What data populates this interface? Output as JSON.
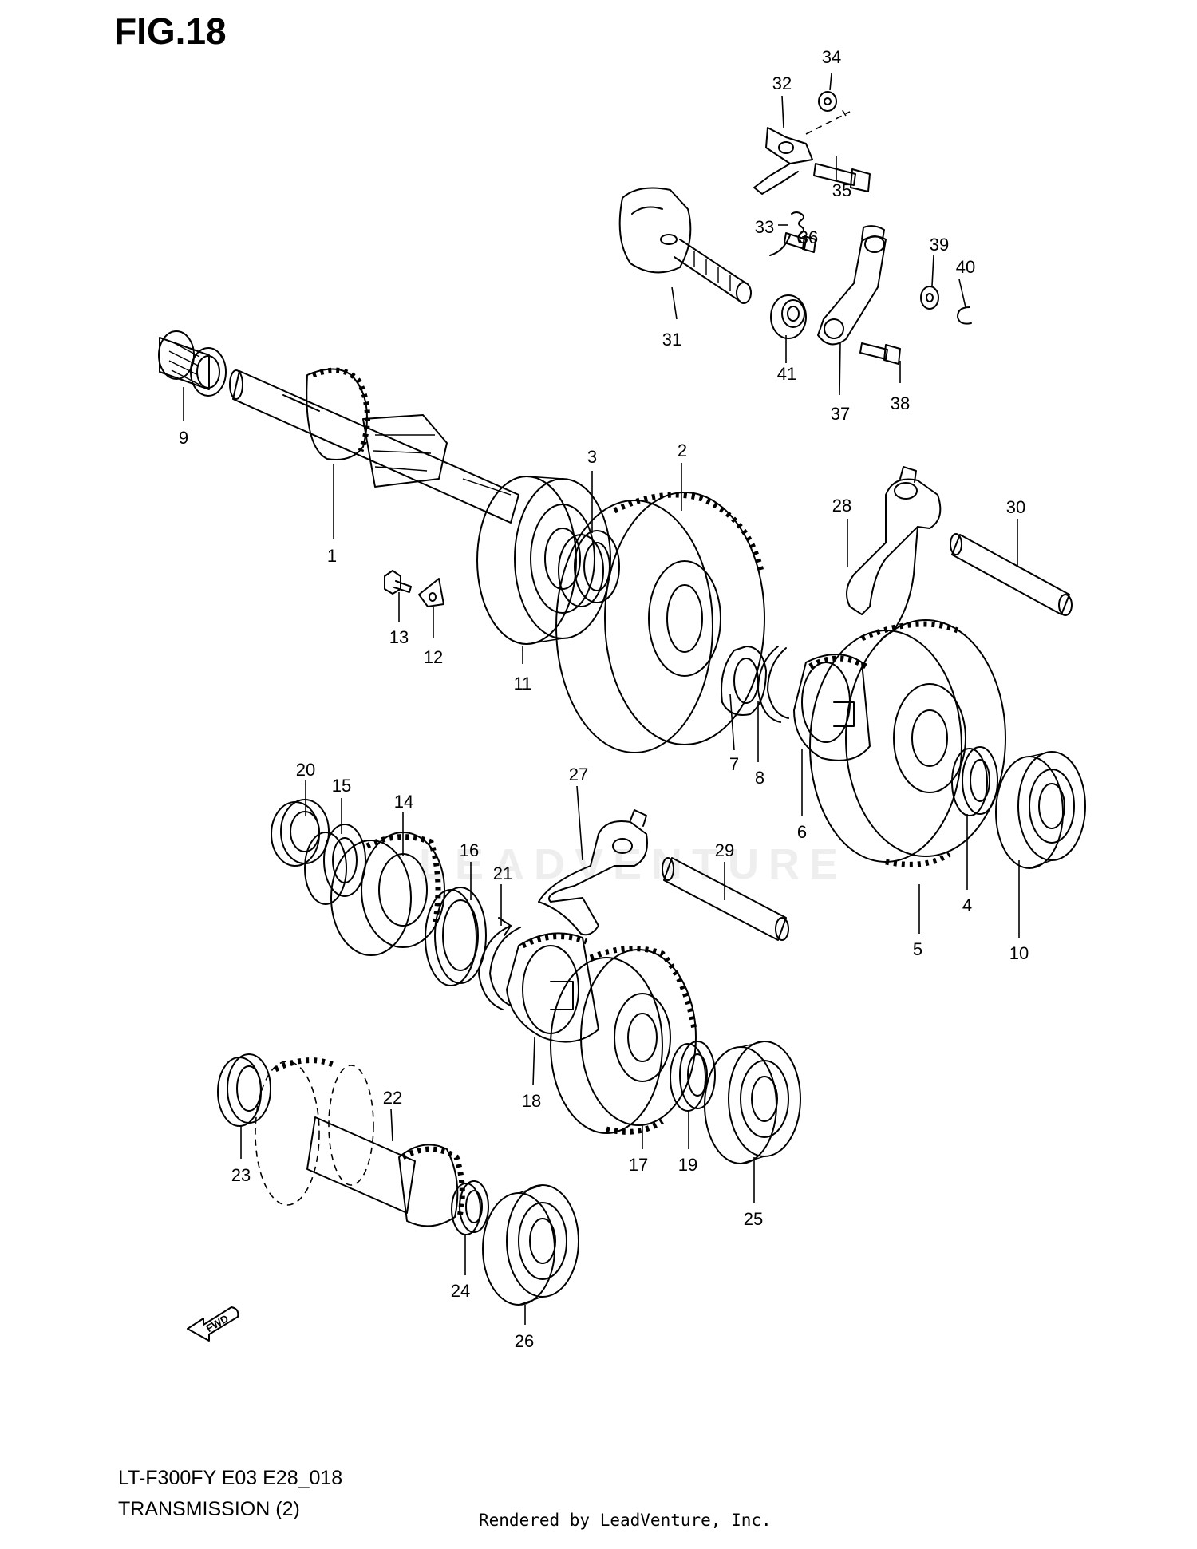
{
  "figure": {
    "title": "FIG.18",
    "model": "LT-F300FY E03 E28_018",
    "subtitle": "TRANSMISSION (2)",
    "rendered_by": "Rendered by LeadVenture, Inc.",
    "watermark": "LEADVENTURE",
    "fwd_label": "FWD"
  },
  "callouts": [
    "1",
    "2",
    "3",
    "4",
    "5",
    "6",
    "7",
    "8",
    "9",
    "10",
    "11",
    "12",
    "13",
    "14",
    "15",
    "16",
    "17",
    "18",
    "19",
    "20",
    "21",
    "22",
    "23",
    "24",
    "25",
    "26",
    "27",
    "28",
    "29",
    "30",
    "31",
    "32",
    "33",
    "34",
    "35",
    "36",
    "37",
    "38",
    "39",
    "40",
    "41"
  ]
}
